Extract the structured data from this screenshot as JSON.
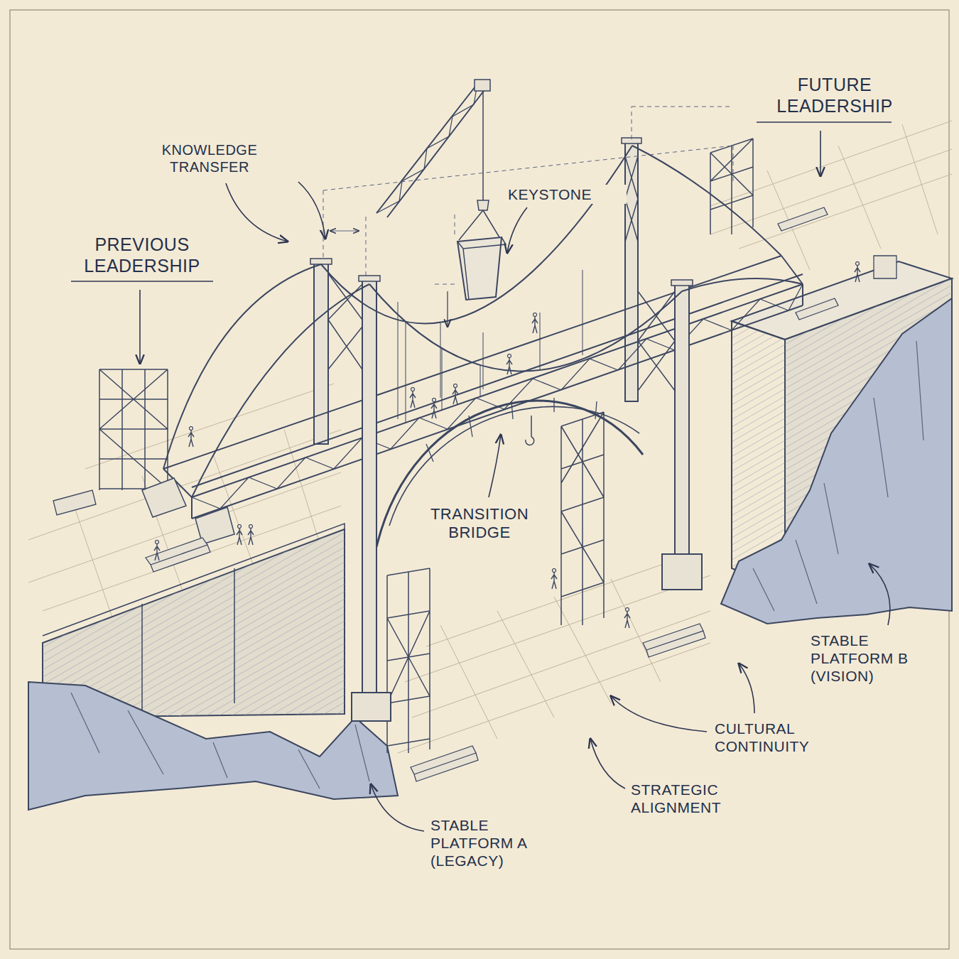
{
  "diagram": {
    "labels": [
      "FUTURE LEADERSHIP",
      "KNOWLEDGE TRANSFER",
      "KEYSTONE",
      "PREVIOUS LEADERSHIP",
      "TRANSITION BRIDGE",
      "STABLE PLATFORM B (VISION)",
      "CULTURAL CONTINUITY",
      "STRATEGIC ALIGNMENT",
      "STABLE PLATFORM A (LEGACY)"
    ]
  }
}
